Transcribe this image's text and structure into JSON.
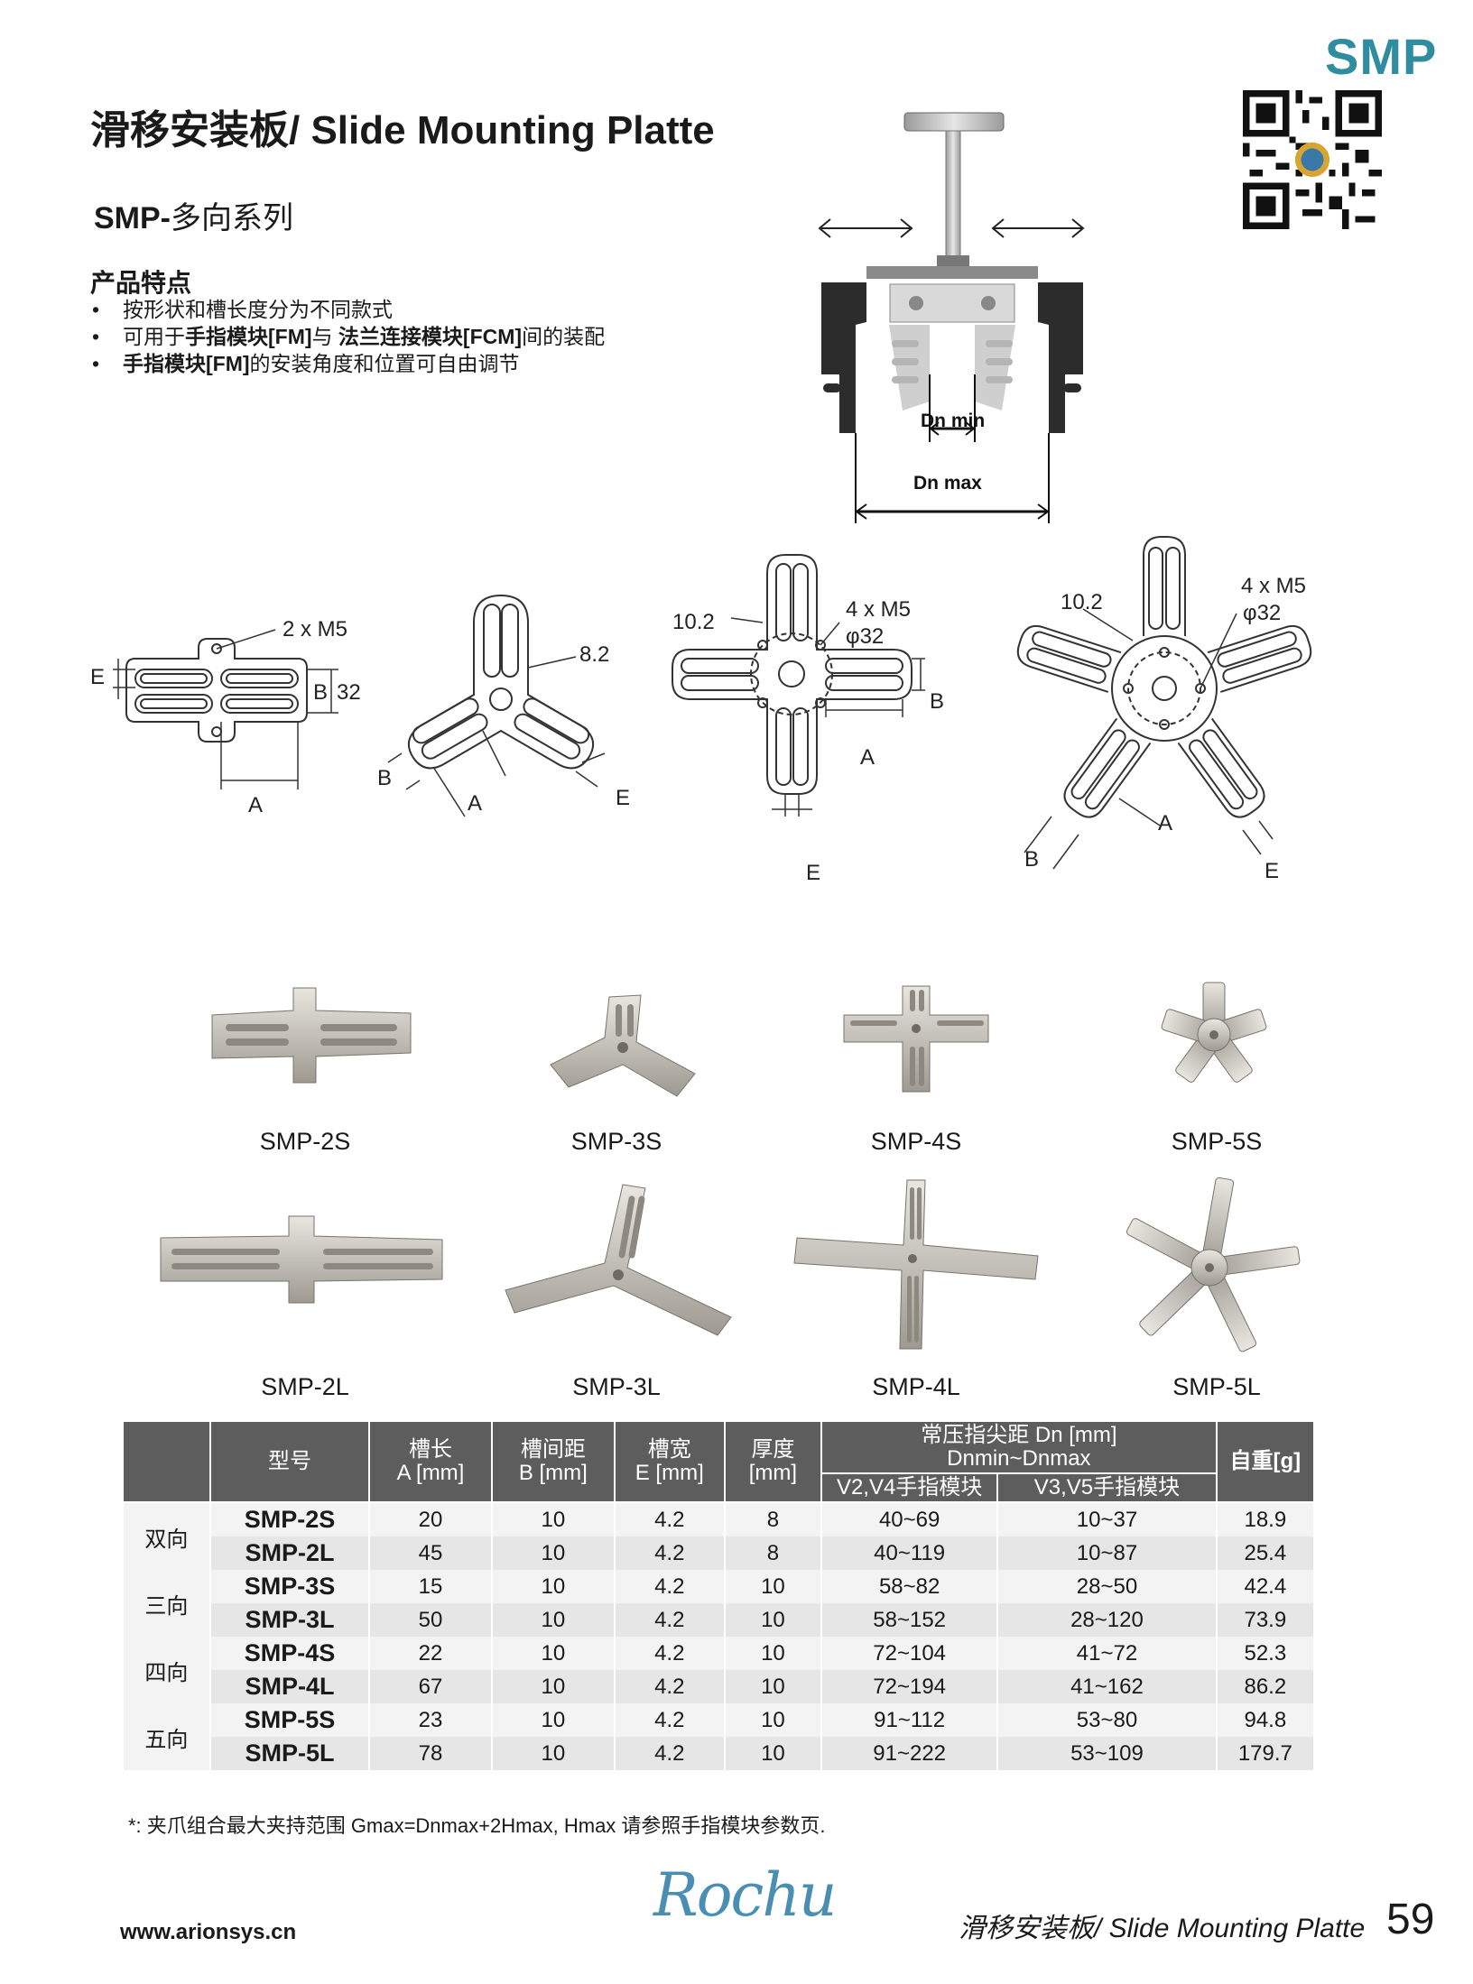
{
  "brand": "SMP",
  "title": "滑移安装板/ Slide Mounting Platte",
  "subtitle": {
    "code": "SMP-",
    "series": "多向系列"
  },
  "features": {
    "heading": "产品特点",
    "items": [
      {
        "pre": "按形状和槽长度分为不同款式",
        "b1": "",
        "mid": "",
        "b2": "",
        "post": ""
      },
      {
        "pre": "可用于",
        "b1": "手指模块[FM]",
        "mid": "与 ",
        "b2": "法兰连接模块[FCM]",
        "post": "间的装配"
      },
      {
        "pre": "",
        "b1": "手指模块[FM]",
        "mid": "的安装角度和位置可自由调节",
        "b2": "",
        "post": ""
      }
    ]
  },
  "gripper_diagram": {
    "dn_min": "Dn min",
    "dn_max": "Dn max"
  },
  "drawings": {
    "d2": {
      "holes": "2 x M5",
      "b": "B",
      "dim": "32",
      "e": "E",
      "a": "A"
    },
    "d3": {
      "dim": "8.2",
      "b": "B",
      "a": "A",
      "e": "E"
    },
    "d4": {
      "dim": "10.2",
      "holes": "4 x M5",
      "pcd": "φ32",
      "b": "B",
      "a": "A",
      "e": "E"
    },
    "d5": {
      "dim": "10.2",
      "holes": "4 x M5",
      "pcd": "φ32",
      "a": "A",
      "b": "B",
      "e": "E"
    }
  },
  "photos": {
    "row1": [
      "SMP-2S",
      "SMP-3S",
      "SMP-4S",
      "SMP-5S"
    ],
    "row2": [
      "SMP-2L",
      "SMP-3L",
      "SMP-4L",
      "SMP-5L"
    ]
  },
  "table": {
    "headers": {
      "model": "型号",
      "a1": "槽长",
      "a2": "A [mm]",
      "b1": "槽间距",
      "b2": "B [mm]",
      "e1": "槽宽",
      "e2": "E [mm]",
      "t1": "厚度",
      "t2": "[mm]",
      "dn1": "常压指尖距 Dn [mm]",
      "dn2": "Dnmin~Dnmax",
      "v24": "V2,V4手指模块",
      "v35": "V3,V5手指模块",
      "weight": "自重[g]"
    },
    "groups": [
      {
        "label": "双向",
        "rows": [
          {
            "model": "SMP-2S",
            "a": "20",
            "b": "10",
            "e": "4.2",
            "t": "8",
            "v24": "40~69",
            "v35": "10~37",
            "w": "18.9"
          },
          {
            "model": "SMP-2L",
            "a": "45",
            "b": "10",
            "e": "4.2",
            "t": "8",
            "v24": "40~119",
            "v35": "10~87",
            "w": "25.4"
          }
        ]
      },
      {
        "label": "三向",
        "rows": [
          {
            "model": "SMP-3S",
            "a": "15",
            "b": "10",
            "e": "4.2",
            "t": "10",
            "v24": "58~82",
            "v35": "28~50",
            "w": "42.4"
          },
          {
            "model": "SMP-3L",
            "a": "50",
            "b": "10",
            "e": "4.2",
            "t": "10",
            "v24": "58~152",
            "v35": "28~120",
            "w": "73.9"
          }
        ]
      },
      {
        "label": "四向",
        "rows": [
          {
            "model": "SMP-4S",
            "a": "22",
            "b": "10",
            "e": "4.2",
            "t": "10",
            "v24": "72~104",
            "v35": "41~72",
            "w": "52.3"
          },
          {
            "model": "SMP-4L",
            "a": "67",
            "b": "10",
            "e": "4.2",
            "t": "10",
            "v24": "72~194",
            "v35": "41~162",
            "w": "86.2"
          }
        ]
      },
      {
        "label": "五向",
        "rows": [
          {
            "model": "SMP-5S",
            "a": "23",
            "b": "10",
            "e": "4.2",
            "t": "10",
            "v24": "91~112",
            "v35": "53~80",
            "w": "94.8"
          },
          {
            "model": "SMP-5L",
            "a": "78",
            "b": "10",
            "e": "4.2",
            "t": "10",
            "v24": "91~222",
            "v35": "53~109",
            "w": "179.7"
          }
        ]
      }
    ]
  },
  "footnote": "*: 夹爪组合最大夹持范围 Gmax=Dnmax+2Hmax,  Hmax 请参照手指模块参数页.",
  "footer": {
    "website": "www.arionsys.cn",
    "logo": "Rochu",
    "title": "滑移安装板/ Slide Mounting Platte",
    "page": "59"
  }
}
